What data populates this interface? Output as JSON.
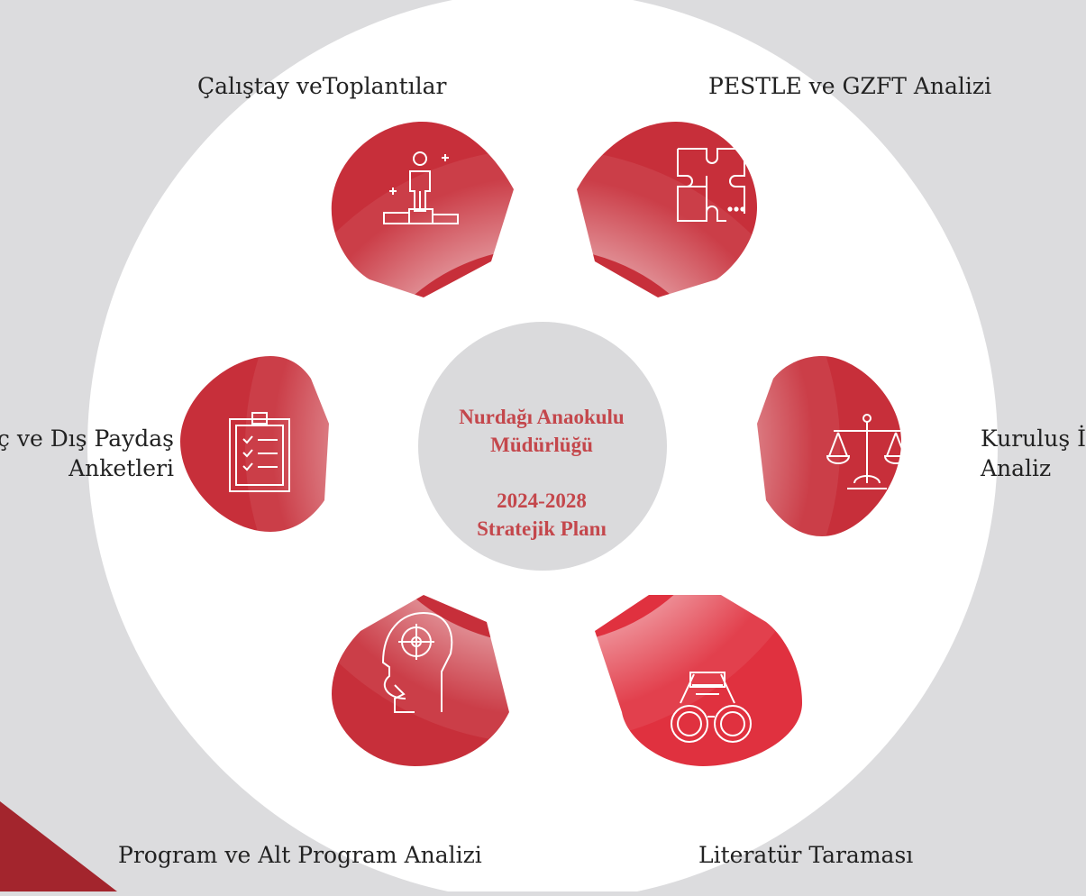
{
  "center": {
    "title_line1": "Nurdağı Anaokulu",
    "title_line2": "Müdürlüğü",
    "plan_years": "2024-2028",
    "plan_title": "Stratejik Planı"
  },
  "steps": [
    {
      "label": "Çalıştay veToplantılar",
      "icon": "person-on-podium-icon"
    },
    {
      "label": "PESTLE ve GZFT Analizi",
      "icon": "puzzle-icon"
    },
    {
      "label_line1": "Kuruluş İçi",
      "label_line2": "Analiz",
      "icon": "balance-scale-icon"
    },
    {
      "label": "Literatür Taraması",
      "icon": "binoculars-icon"
    },
    {
      "label": "Program ve Alt Program Analizi",
      "icon": "head-target-icon"
    },
    {
      "label_line1": "İç ve Dış Paydaş",
      "label_line2": "Anketleri",
      "icon": "clipboard-checklist-icon"
    }
  ],
  "colors": {
    "background": "#dcdcde",
    "ring": "#ffffff",
    "accent": "#c72f3a",
    "accent_bright": "#e0313f",
    "center_disc": "#dadadc",
    "center_text": "#c4474c",
    "corner": "#a3252d"
  }
}
